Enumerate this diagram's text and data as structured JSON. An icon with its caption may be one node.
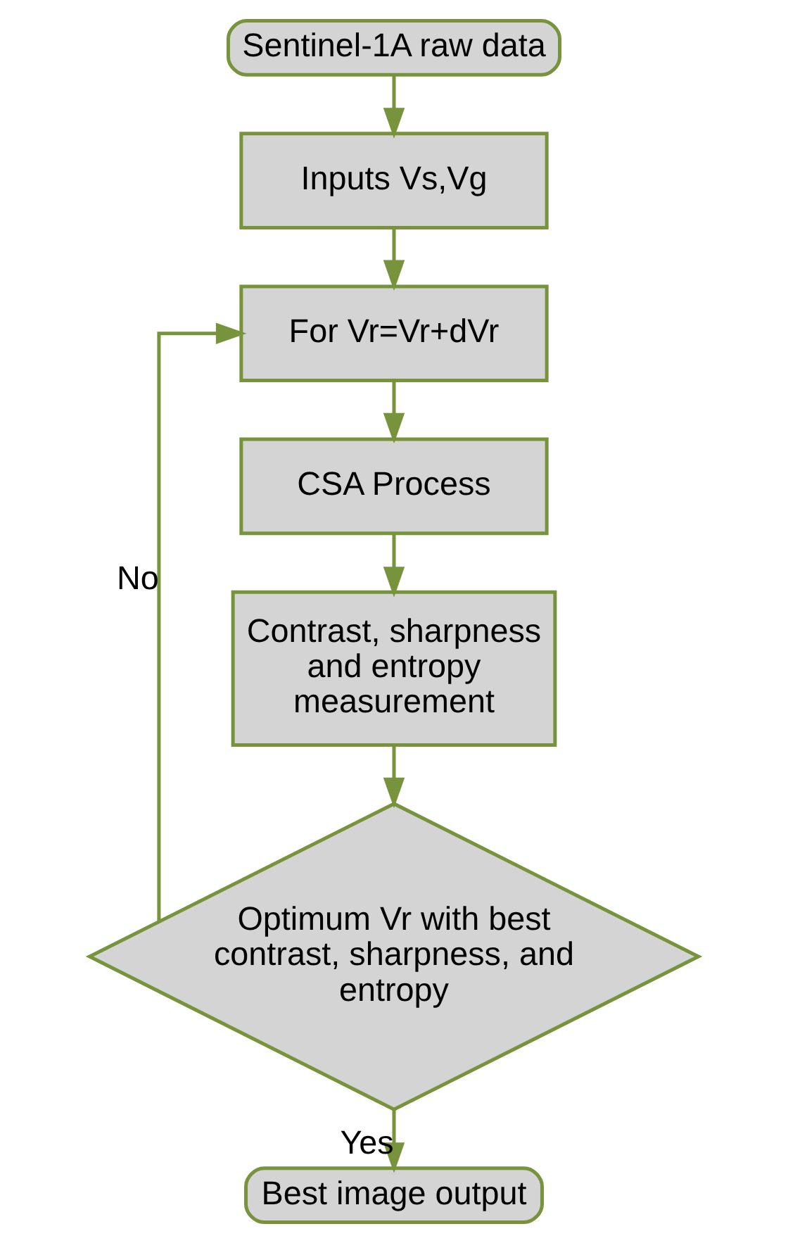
{
  "diagram": {
    "nodes": [
      {
        "text": [
          "Sentinel-1A raw data"
        ]
      },
      {
        "text": [
          "Inputs Vs,Vg"
        ]
      },
      {
        "text": [
          "For Vr=Vr+dVr"
        ]
      },
      {
        "text": [
          "CSA Process"
        ]
      },
      {
        "text": [
          "Contrast, sharpness and entropy measurement"
        ]
      },
      {
        "text": [
          "Optimum Vr with best contrast, sharpness, and entropy"
        ]
      },
      {
        "text": [
          "Best image output"
        ]
      }
    ],
    "edges": [
      {
        "from": 0,
        "to": 1,
        "arrow": "to"
      },
      {
        "from": 1,
        "to": 2,
        "arrow": "to"
      },
      {
        "from": 2,
        "to": 3,
        "arrow": "to"
      },
      {
        "from": 3,
        "to": 4,
        "arrow": "to"
      },
      {
        "from": 4,
        "to": 5,
        "arrow": "to"
      },
      {
        "from": 5,
        "to": 2,
        "arrow": "to",
        "label": "No"
      },
      {
        "from": 5,
        "to": 6,
        "arrow": "to",
        "label": "Yes"
      }
    ]
  }
}
